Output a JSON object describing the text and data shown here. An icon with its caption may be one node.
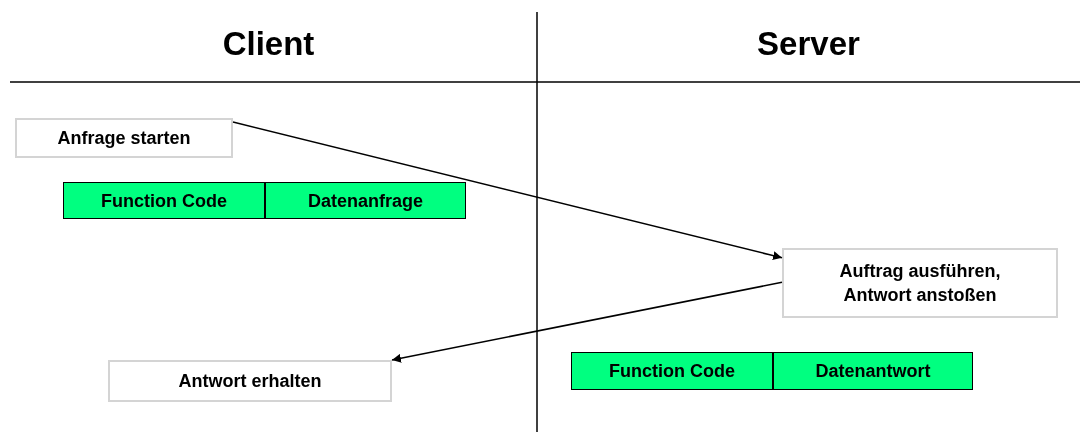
{
  "diagram": {
    "nodes": [
      {
        "text": [
          "Anfrage starten"
        ]
      },
      {
        "text": [
          "Function Code"
        ]
      },
      {
        "text": [
          "Datenanfrage"
        ]
      },
      {
        "text": [
          "Auftrag ausführen, Antwort anstoßen"
        ]
      },
      {
        "text": [
          "Antwort erhalten"
        ]
      },
      {
        "text": [
          "Function Code"
        ]
      },
      {
        "text": [
          "Datenantwort"
        ]
      }
    ],
    "edges": [
      {
        "from": 0,
        "to": 3,
        "arrow": "to"
      },
      {
        "from": 3,
        "to": 4,
        "arrow": "to"
      }
    ],
    "labels": [
      "Client",
      "Server"
    ]
  }
}
